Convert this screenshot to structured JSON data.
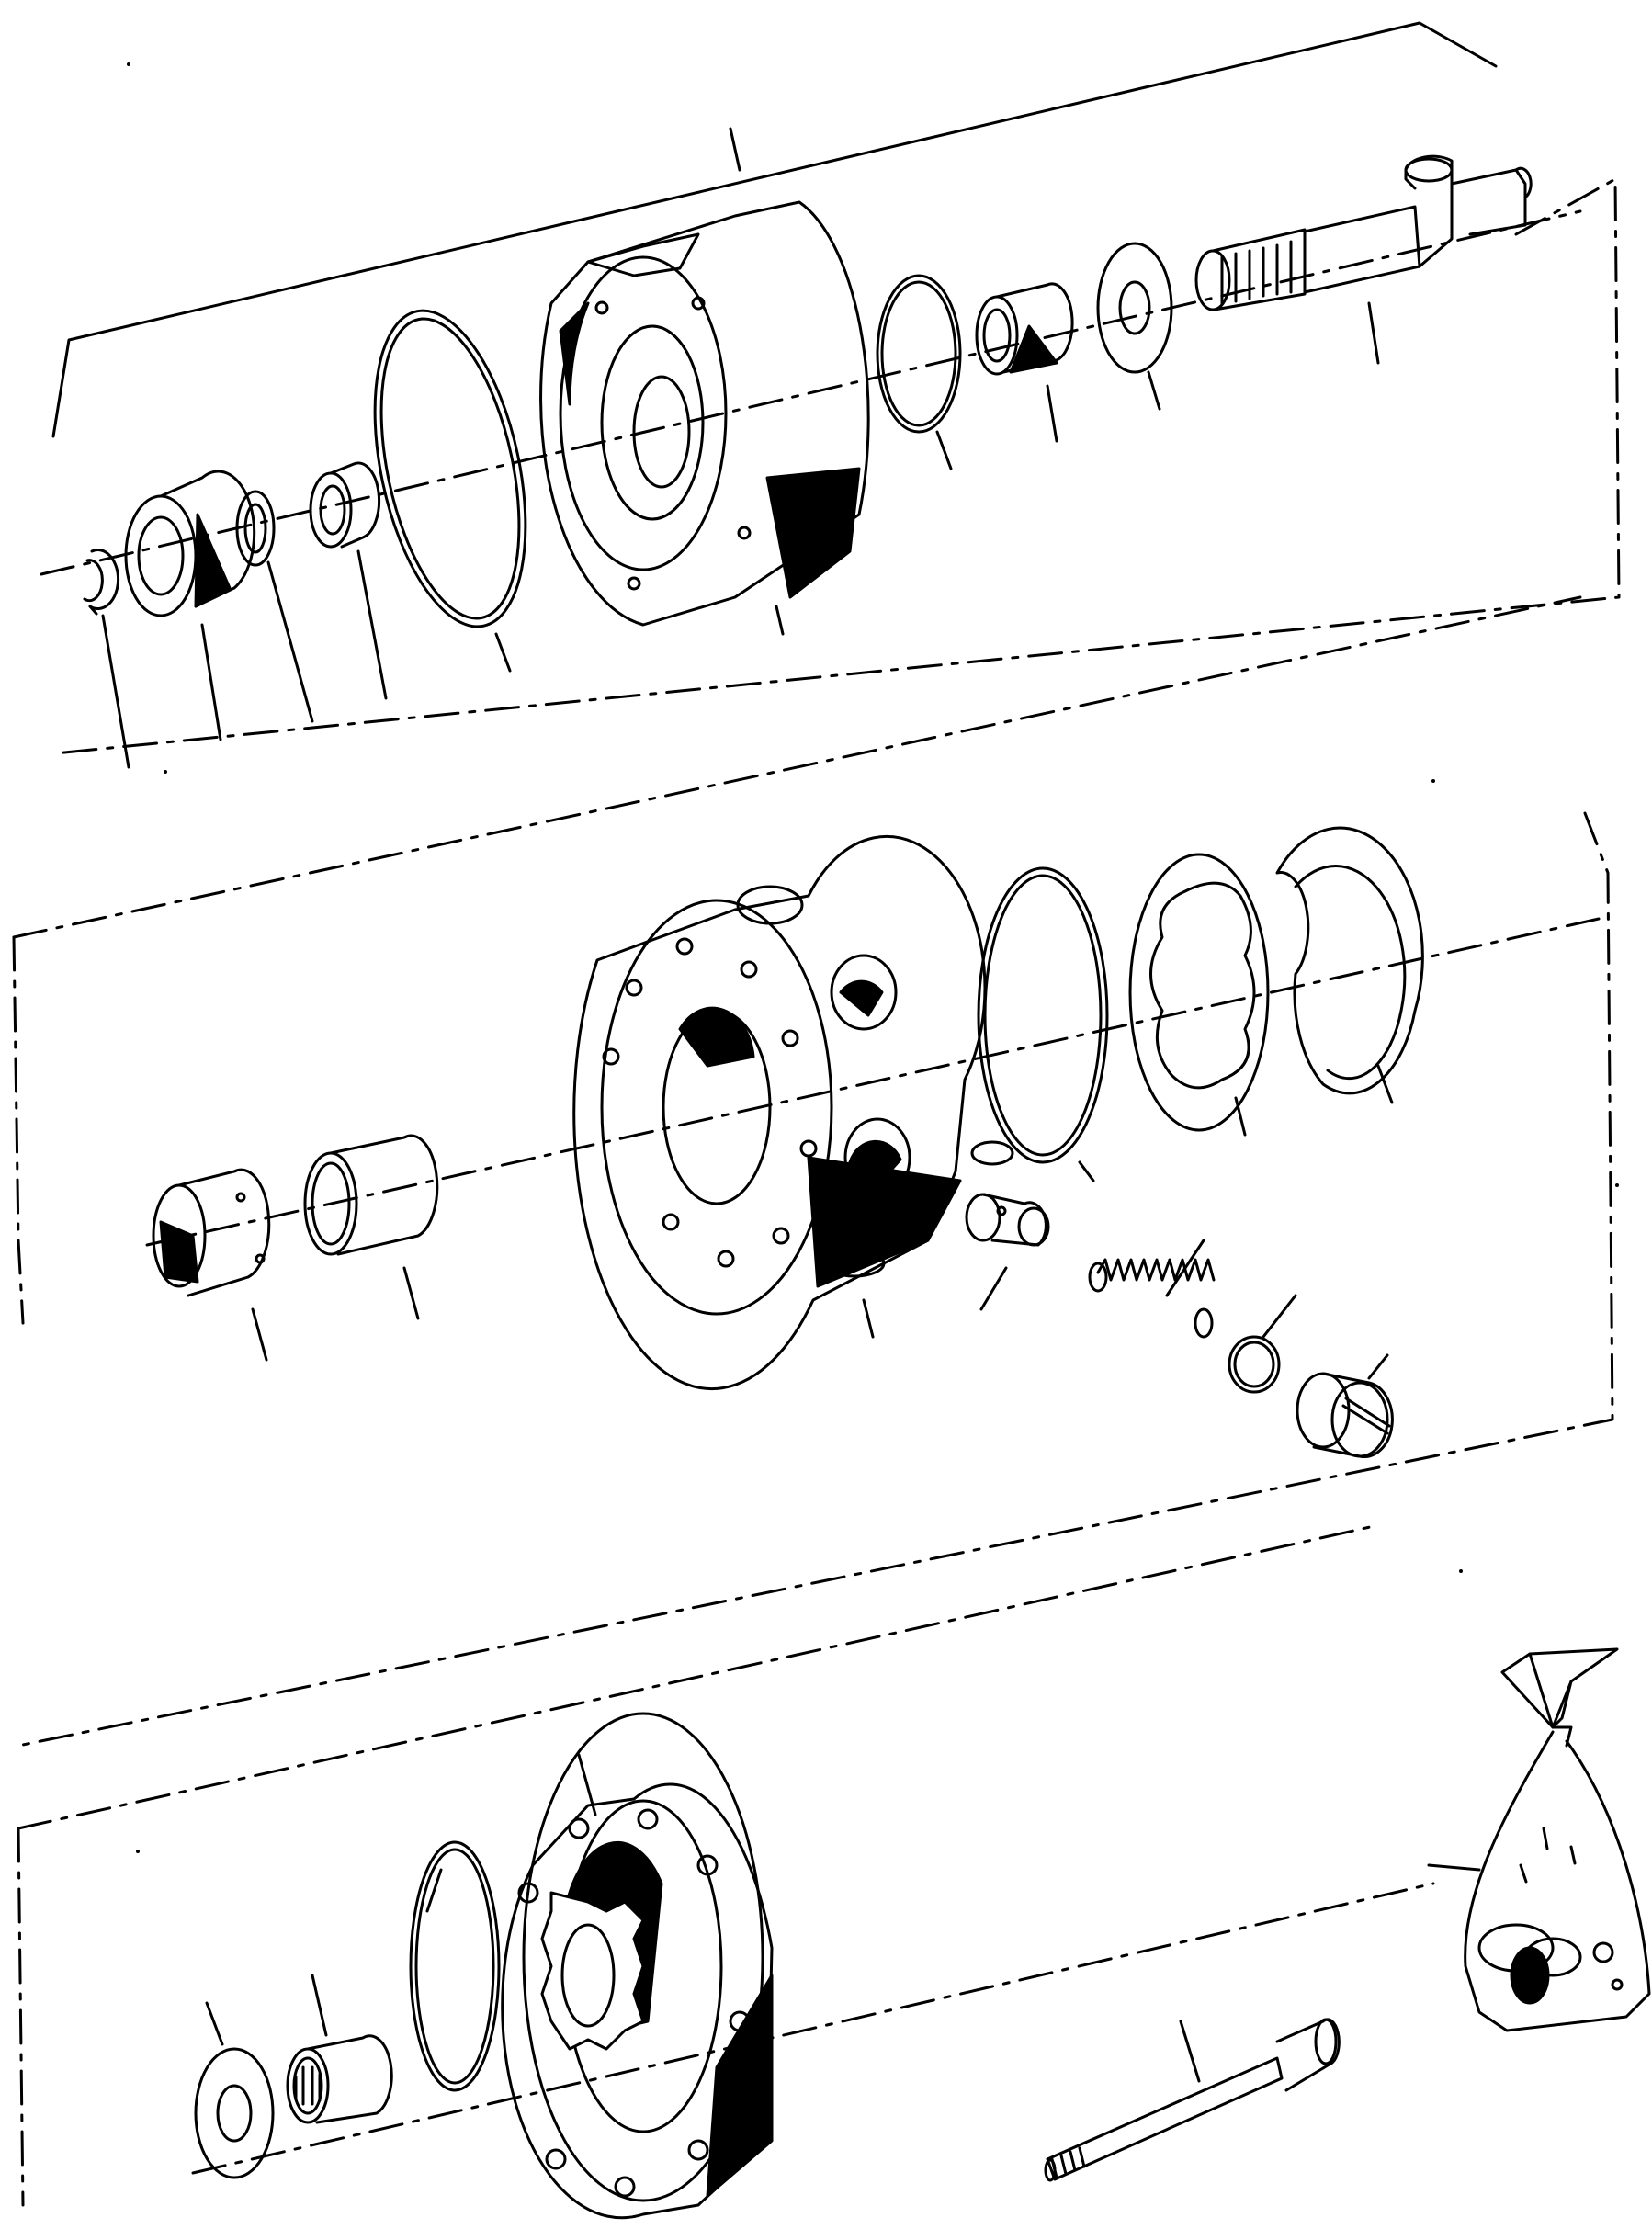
{
  "diagram": {
    "kind": "exploded-parts-view",
    "ink_color": "#000000",
    "paper_color": "#ffffff",
    "groups": [
      {
        "id": "shaft-and-housing-group",
        "parts": [
          "snap-ring",
          "ball-bearing",
          "washer",
          "needle-bearing",
          "o-ring",
          "front-housing",
          "o-ring",
          "needle-bearing",
          "thrust-washer",
          "drive-shaft"
        ]
      },
      {
        "id": "valve-body-group",
        "parts": [
          "bushing",
          "bushing",
          "valve-body",
          "relief-valve-piston",
          "spring",
          "o-ring",
          "plug",
          "o-ring",
          "gasket",
          "seal"
        ]
      },
      {
        "id": "end-cover-group",
        "parts": [
          "washer",
          "needle-bearing",
          "o-ring",
          "end-cover",
          "cap-screw",
          "seal-kit-bag"
        ]
      }
    ]
  }
}
